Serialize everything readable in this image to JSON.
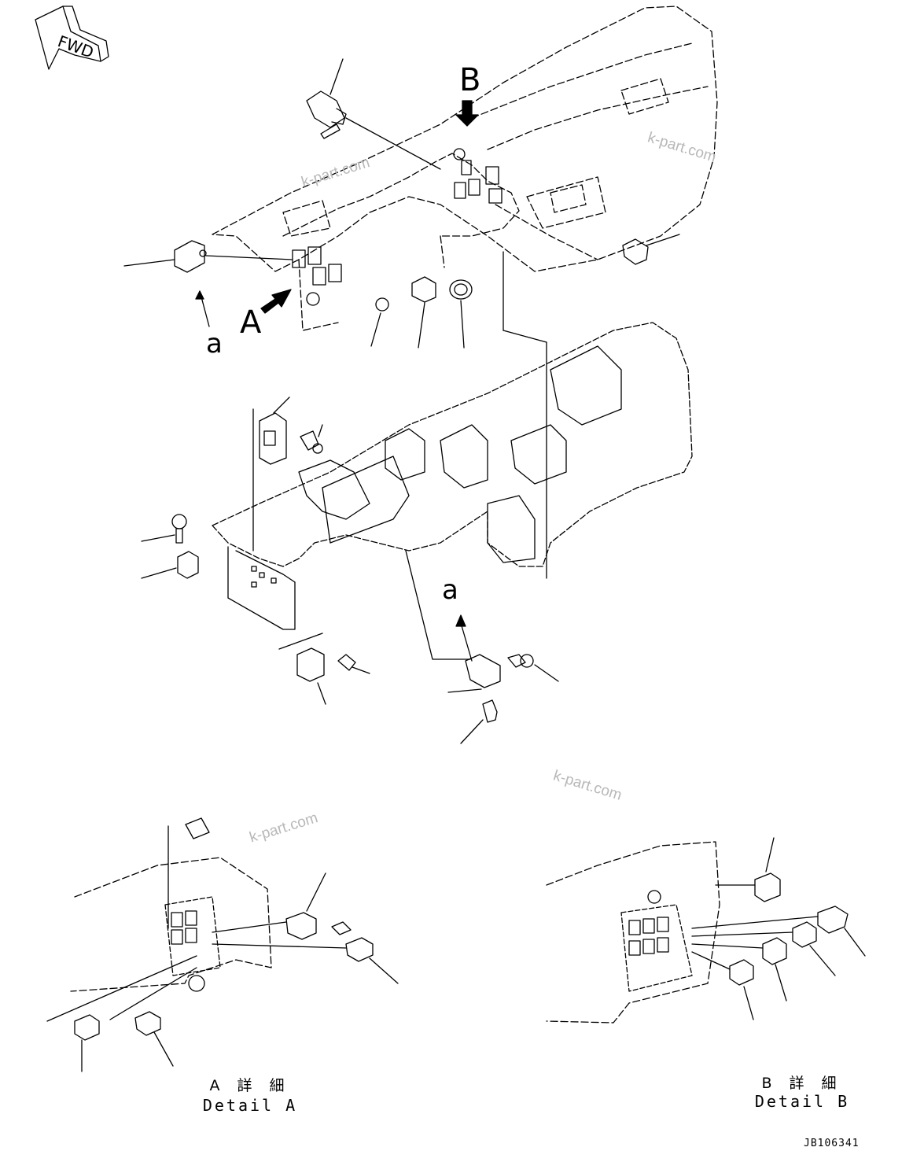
{
  "diagram": {
    "fwd_marker": "FWD",
    "view_labels": {
      "view_a": "A",
      "view_b": "B"
    },
    "part_marker": "a",
    "details": {
      "a": {
        "title_jp": "A 詳 細",
        "title_en": "Detail A"
      },
      "b": {
        "title_jp": "B 詳 細",
        "title_en": "Detail B"
      }
    },
    "drawing_code": "JB106341",
    "watermark": "k-part.com"
  },
  "colors": {
    "line": "#000000",
    "watermark": "#b8b8b8",
    "background": "#ffffff"
  }
}
